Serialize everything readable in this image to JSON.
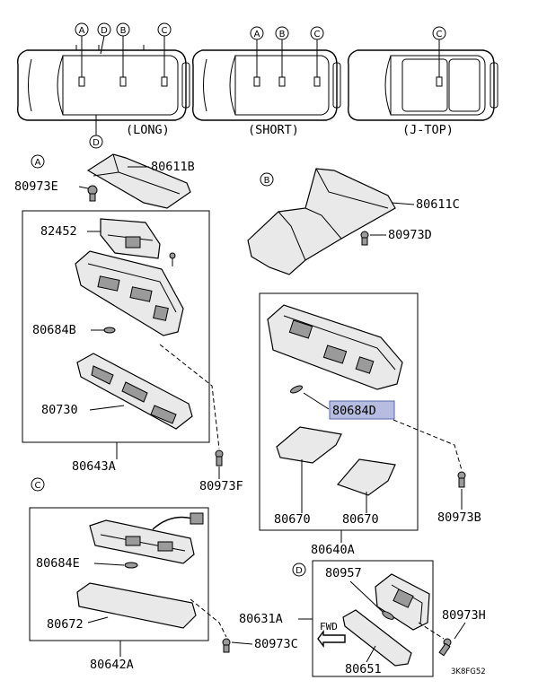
{
  "vehicle_variants": [
    "(LONG)",
    "(SHORT)",
    "(J-TOP)"
  ],
  "location_markers": {
    "a": "A",
    "b": "B",
    "c": "C",
    "d": "D"
  },
  "section_markers": {
    "a": "A",
    "b": "B",
    "c": "C",
    "d": "D"
  },
  "parts": {
    "p80611b": "80611B",
    "p80973e": "80973E",
    "p82452": "82452",
    "p80684b": "80684B",
    "p80730": "80730",
    "p80643a": "80643A",
    "p80973f": "80973F",
    "p80611c": "80611C",
    "p80973d": "80973D",
    "p80684d": "80684D",
    "p80670_left": "80670",
    "p80670_right": "80670",
    "p80973b": "80973B",
    "p80640a": "80640A",
    "p80684e": "80684E",
    "p80672": "80672",
    "p80642a": "80642A",
    "p80631a": "80631A",
    "p80973c": "80973C",
    "p80957": "80957",
    "p80973h": "80973H",
    "p80651": "80651"
  },
  "direction_label": "FWD",
  "diagram_code": "3K8FG52",
  "highlighted_part": "80684D",
  "colors": {
    "highlight_fill": "#b6bde0",
    "highlight_border": "#5a66a8",
    "line": "#000000"
  }
}
